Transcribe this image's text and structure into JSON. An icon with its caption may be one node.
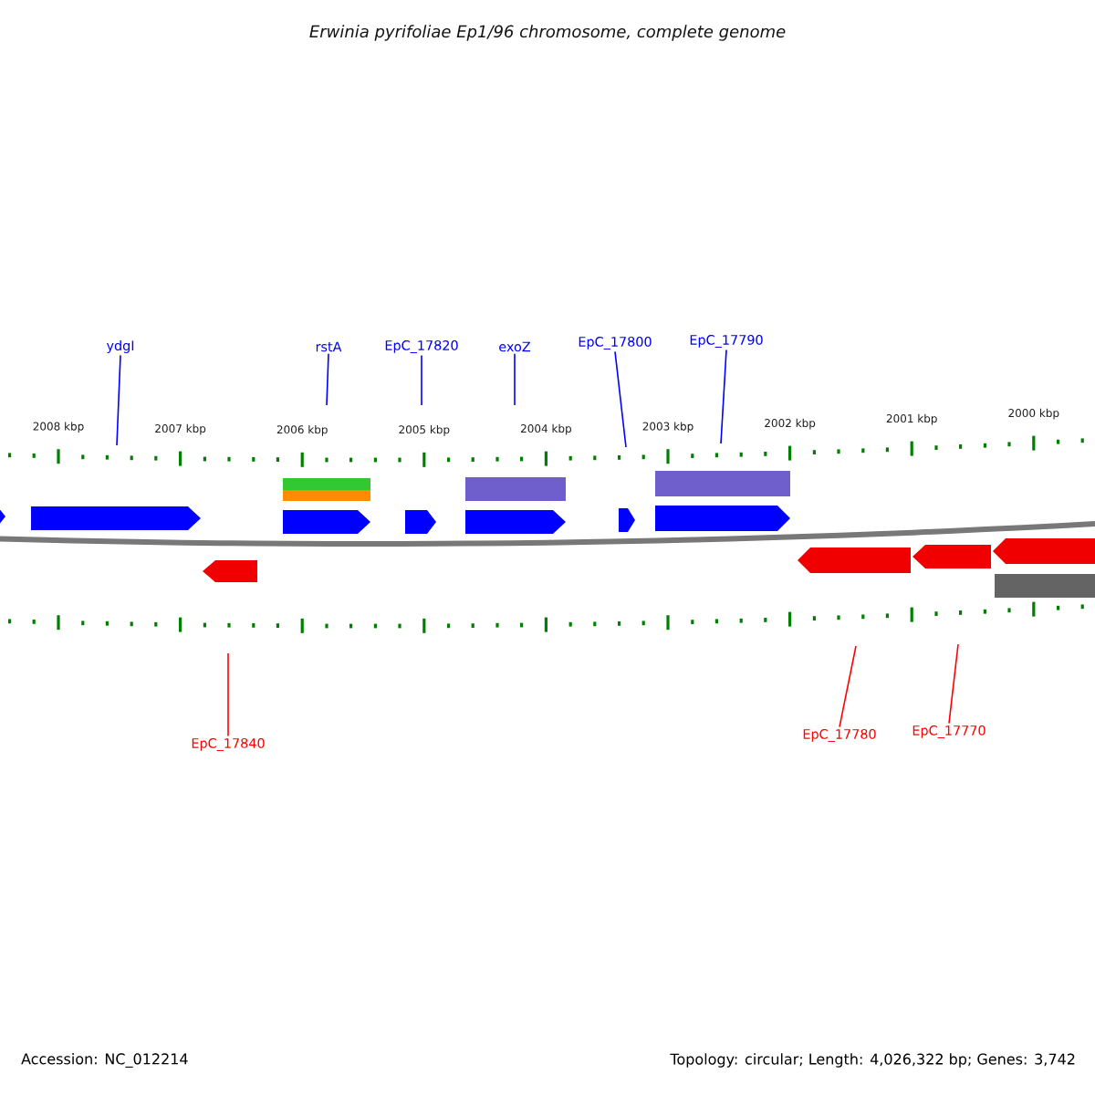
{
  "diagram": {
    "title": "Erwinia pyrifoliae Ep1/96 chromosome, complete genome",
    "nodes": [
      {
        "text": [
          "ydgI"
        ]
      },
      {
        "text": [
          "rstA"
        ]
      },
      {
        "text": [
          "EpC_17820"
        ]
      },
      {
        "text": [
          "exoZ"
        ]
      },
      {
        "text": [
          "EpC_17800"
        ]
      },
      {
        "text": [
          "EpC_17790"
        ]
      },
      {
        "text": [
          "EpC_17840"
        ]
      },
      {
        "text": [
          "EpC_17780"
        ]
      },
      {
        "text": [
          "EpC_17770"
        ]
      }
    ],
    "edges": [
      {
        "from": 0,
        "to": null,
        "arrow": "none"
      },
      {
        "from": 1,
        "to": null,
        "arrow": "none"
      },
      {
        "from": 2,
        "to": null,
        "arrow": "none"
      },
      {
        "from": 3,
        "to": null,
        "arrow": "none"
      },
      {
        "from": 4,
        "to": null,
        "arrow": "none"
      },
      {
        "from": 5,
        "to": null,
        "arrow": "none"
      },
      {
        "from": 6,
        "to": null,
        "arrow": "none",
        "color": "#ff0000"
      },
      {
        "from": 7,
        "to": null,
        "arrow": "none",
        "color": "#ff0000"
      },
      {
        "from": 8,
        "to": null,
        "arrow": "none",
        "color": "#ff0000"
      }
    ],
    "labels": [
      "2008 kbp",
      "2007 kbp",
      "2006 kbp",
      "2005 kbp",
      "2004 kbp",
      "2003 kbp",
      "2002 kbp",
      "2001 kbp",
      "2000 kbp",
      "Accession: NC_012214",
      "Topology: circular; Length: 4,026,322 bp; Genes: 3,742"
    ]
  }
}
